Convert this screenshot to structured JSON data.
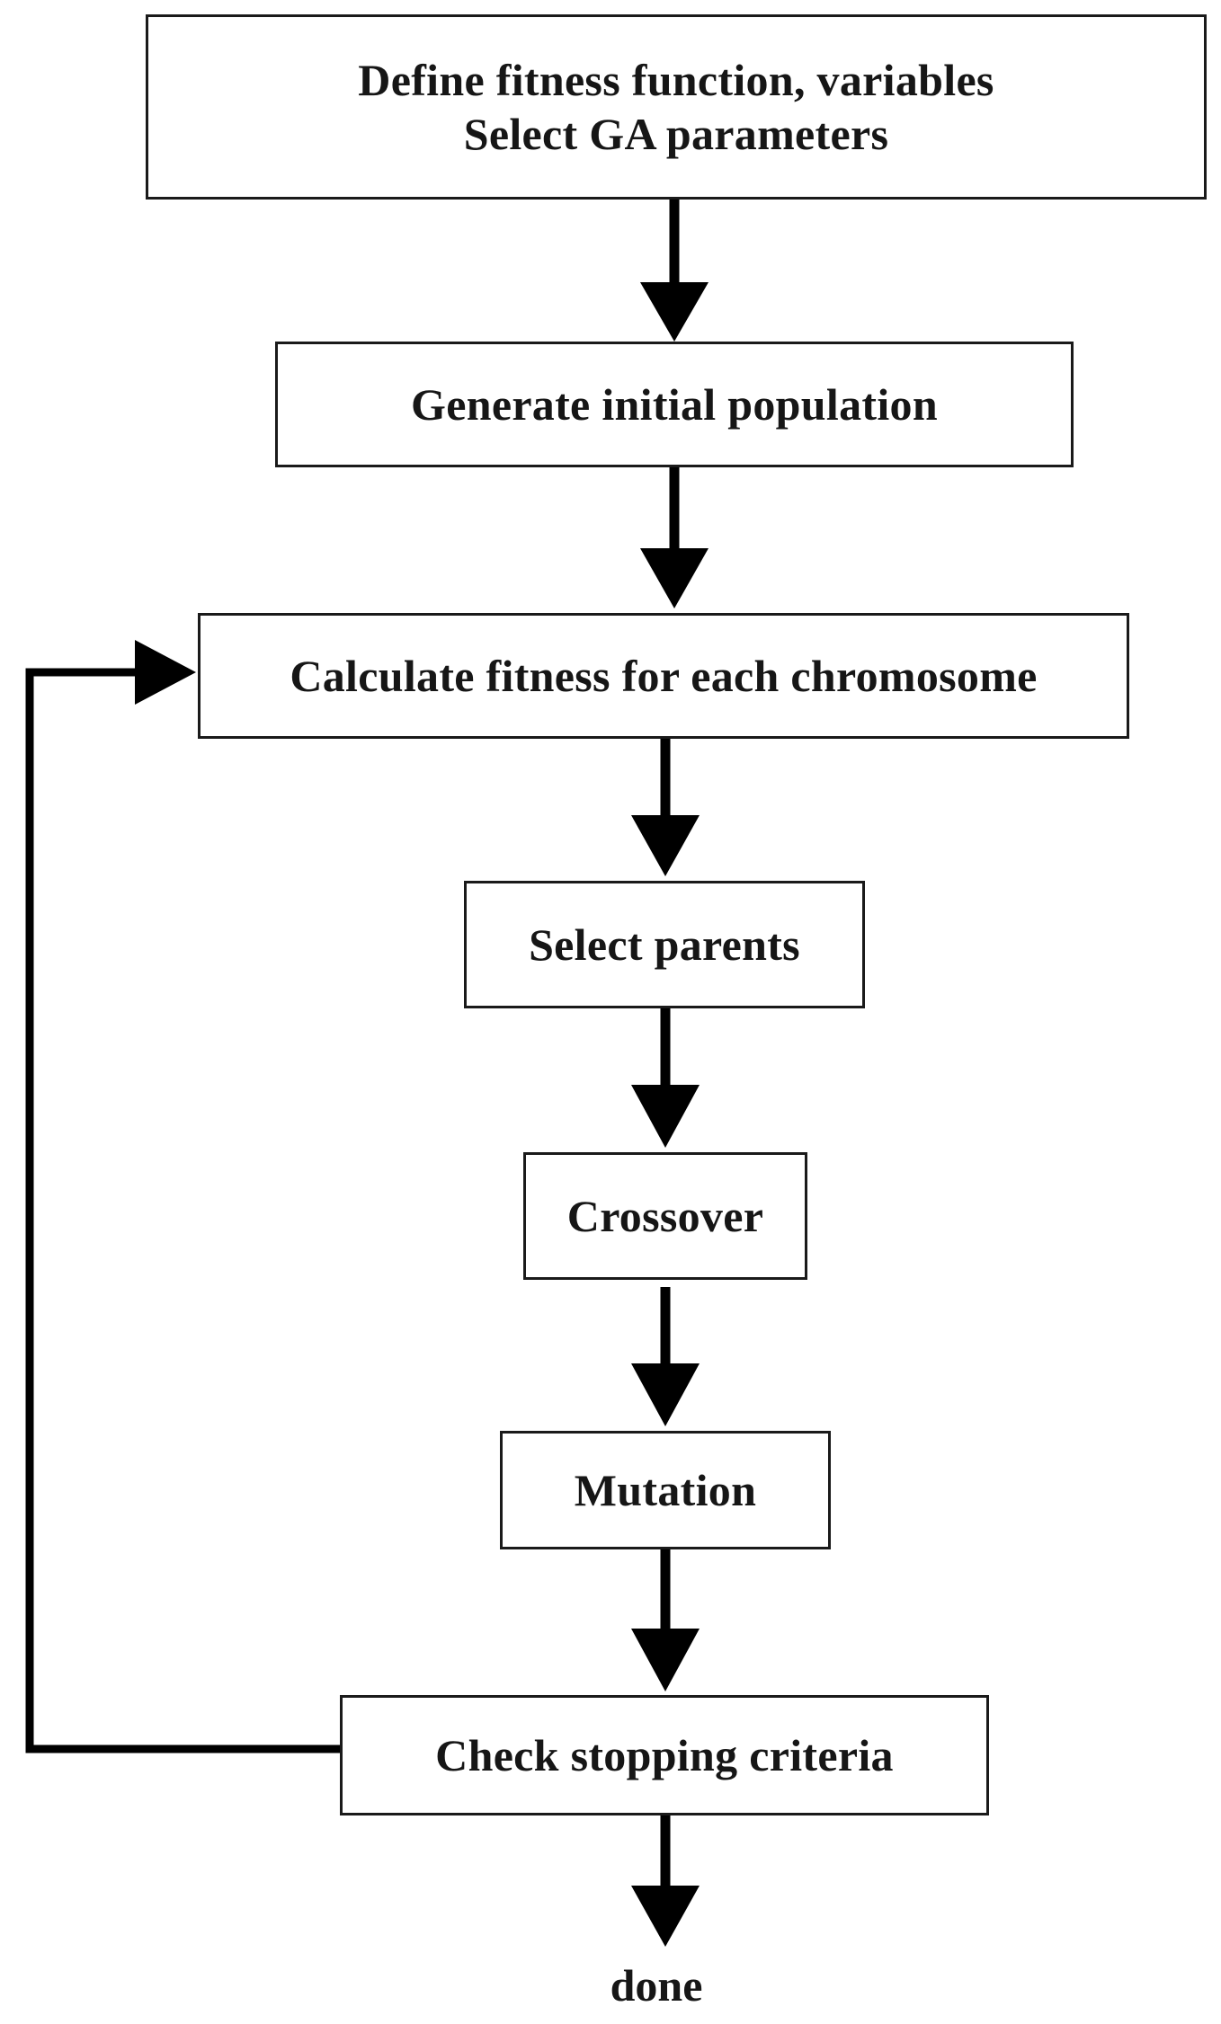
{
  "flowchart": {
    "steps": [
      {
        "id": "define",
        "lines": [
          "Define fitness function, variables",
          "Select GA parameters"
        ]
      },
      {
        "id": "generate",
        "lines": [
          "Generate initial population"
        ]
      },
      {
        "id": "fitness",
        "lines": [
          "Calculate fitness for each chromosome"
        ]
      },
      {
        "id": "select",
        "lines": [
          "Select parents"
        ]
      },
      {
        "id": "crossover",
        "lines": [
          "Crossover"
        ]
      },
      {
        "id": "mutation",
        "lines": [
          "Mutation"
        ]
      },
      {
        "id": "check",
        "lines": [
          "Check stopping criteria"
        ]
      }
    ],
    "end_label": "done",
    "loop": {
      "from": "check",
      "to": "fitness"
    },
    "line_color": "#000000"
  }
}
